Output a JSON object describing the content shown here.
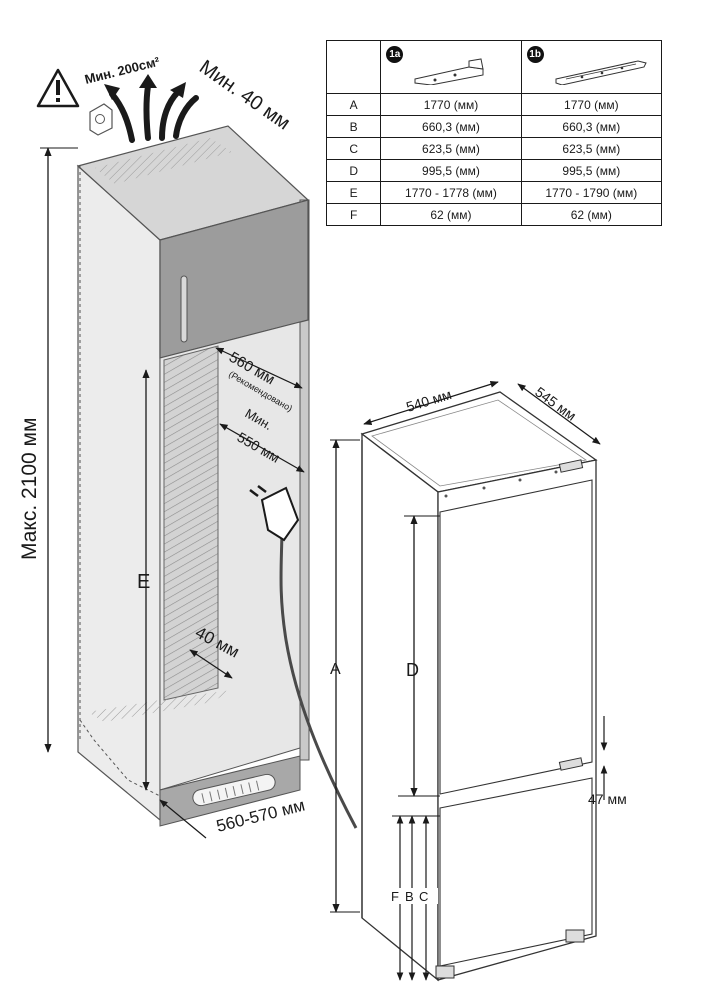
{
  "warning_icon": "warning-triangle-icon",
  "ventilation": {
    "min_area": "Мин. 200см²",
    "min_gap": "Мин. 40 мм"
  },
  "niche": {
    "max_height": "Макс. 2100 мм",
    "recommended_depth": "560 мм",
    "recommended_note": "(Рекомендовано)",
    "min_label": "Мин.",
    "min_depth": "550 мм",
    "label_e": "E",
    "gap_40": "40 мм",
    "width": "560-570 мм"
  },
  "appliance": {
    "width": "540 мм",
    "depth": "545 мм",
    "label_a": "A",
    "label_d": "D",
    "gap_47": "47 мм",
    "label_f": "F",
    "label_b": "B",
    "label_c": "C"
  },
  "table": {
    "variants": [
      {
        "badge": "1a",
        "icon": "mounting-bracket-1a-icon"
      },
      {
        "badge": "1b",
        "icon": "mounting-rail-1b-icon"
      }
    ],
    "rows": [
      {
        "key": "A",
        "v1": "1770 (мм)",
        "v2": "1770 (мм)"
      },
      {
        "key": "B",
        "v1": "660,3 (мм)",
        "v2": "660,3 (мм)"
      },
      {
        "key": "C",
        "v1": "623,5 (мм)",
        "v2": "623,5 (мм)"
      },
      {
        "key": "D",
        "v1": "995,5 (мм)",
        "v2": "995,5 (мм)"
      },
      {
        "key": "E",
        "v1": "1770 - 1778 (мм)",
        "v2": "1770 - 1790 (мм)"
      },
      {
        "key": "F",
        "v1": "62 (мм)",
        "v2": "62 (мм)"
      }
    ]
  }
}
